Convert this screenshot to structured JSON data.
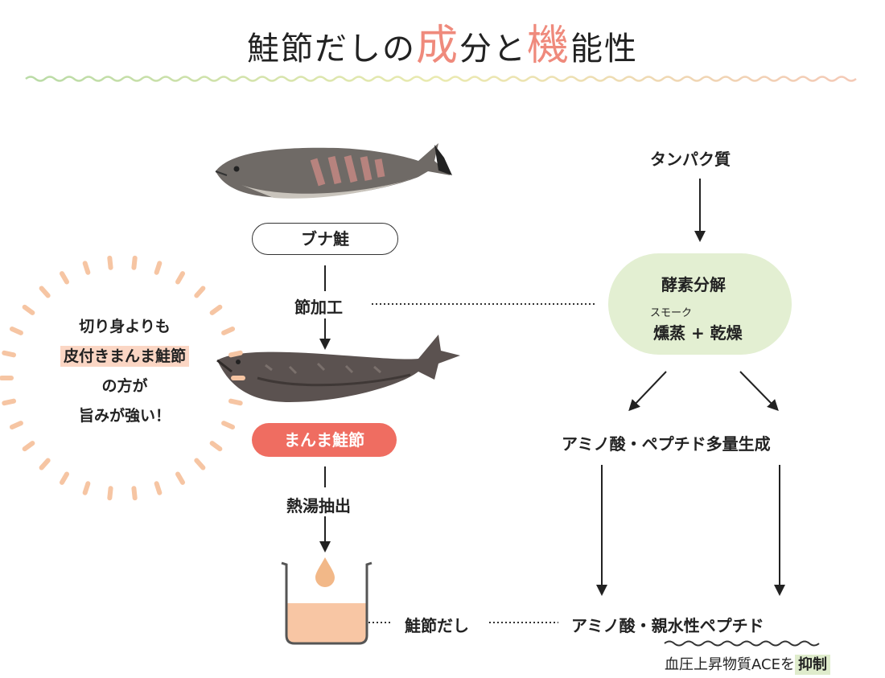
{
  "title": {
    "part1": "鮭節だしの",
    "accent1": "成",
    "part2": "分と",
    "accent2": "機",
    "part3": "能性"
  },
  "left": {
    "fish1_label": "ブナ鮭",
    "process1": "節加工",
    "fish2_label": "まんま鮭節",
    "process2": "熱湯抽出",
    "dashi": "鮭節だし"
  },
  "bubble": {
    "line1": "切り身よりも",
    "line2": "皮付きまんま鮭節",
    "line3": "の方が",
    "line4": "旨みが強い！"
  },
  "right": {
    "protein": "タンパク質",
    "enzyme": "酵素分解",
    "smoke_ruby": "スモーク",
    "smoke": "燻蒸 + 乾燥",
    "amino_many": "アミノ酸・ペプチド多量生成",
    "result_part1": "アミノ酸・",
    "result_part2": "親水性ペプチド",
    "ace_text": "血圧上昇物質ACEを",
    "ace_highlight": "抑制"
  },
  "colors": {
    "accent": "#ef8a7c",
    "red_pill": "#ef6d61",
    "green_blob": "#e3efd2",
    "dashi_fill": "#f8c6a4",
    "sunburst": "#f6c5a3"
  }
}
